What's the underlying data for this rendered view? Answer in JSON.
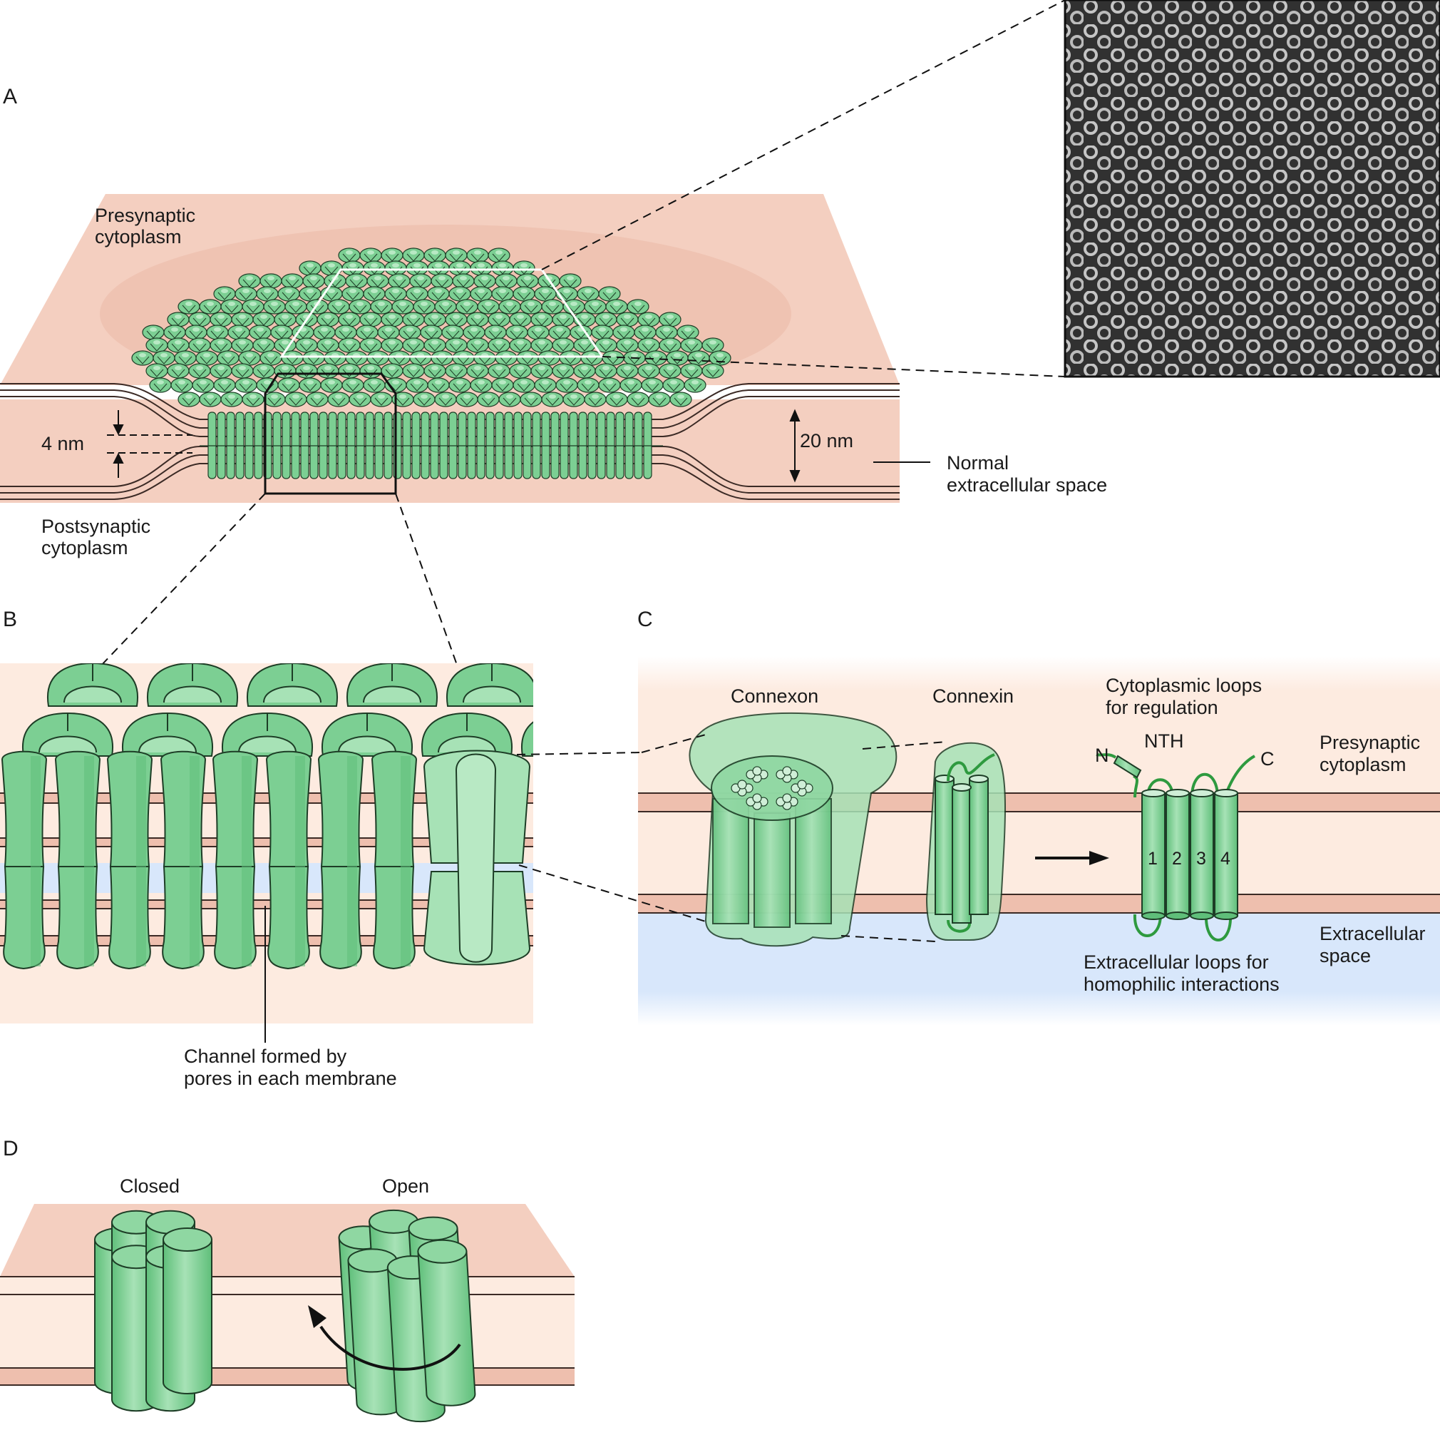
{
  "panels": {
    "a": "A",
    "b": "B",
    "c": "C",
    "d": "D"
  },
  "panel_a": {
    "presynaptic": [
      "Presynaptic",
      "cytoplasm"
    ],
    "postsynaptic": [
      "Postsynaptic",
      "cytoplasm"
    ],
    "gap_width": "4 nm",
    "normal_width": "20 nm",
    "normal_space": [
      "Normal",
      "extracellular space"
    ]
  },
  "panel_b": {
    "channel": [
      "Channel formed by",
      "pores in each membrane"
    ]
  },
  "panel_c": {
    "connexon": "Connexon",
    "connexin": "Connexin",
    "cyto_loops": [
      "Cytoplasmic loops",
      "for regulation"
    ],
    "n_term": "N",
    "nth": "NTH",
    "c_term": "C",
    "helices": [
      "1",
      "2",
      "3",
      "4"
    ],
    "presynaptic": [
      "Presynaptic",
      "cytoplasm"
    ],
    "extracellular": [
      "Extracellular",
      "space"
    ],
    "extra_loops": [
      "Extracellular loops for",
      "homophilic interactions"
    ]
  },
  "panel_d": {
    "closed": "Closed",
    "open": "Open"
  },
  "colors": {
    "membrane_pink": "#f2c8b8",
    "cytoplasm": "#fdebe0",
    "extracellular_blue": "#d8e7fb",
    "protein_green": "#7ccf93",
    "protein_outline": "#1d3d26",
    "loop_green": "#2e9a3f"
  }
}
